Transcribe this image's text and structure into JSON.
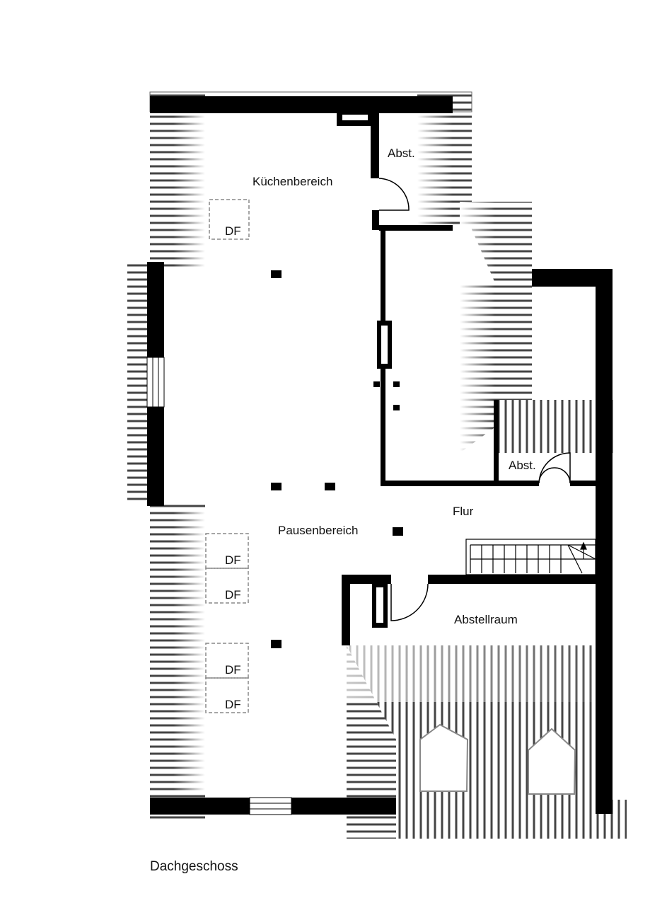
{
  "plan": {
    "title": "Dachgeschoss",
    "rooms": {
      "kitchen": "Küchenbereich",
      "storage_top": "Abst.",
      "storage_mid": "Abst.",
      "break_area": "Pausenbereich",
      "hallway": "Flur",
      "storeroom": "Abstellraum"
    },
    "skylights": [
      "DF",
      "DF",
      "DF",
      "DF",
      "DF"
    ]
  }
}
